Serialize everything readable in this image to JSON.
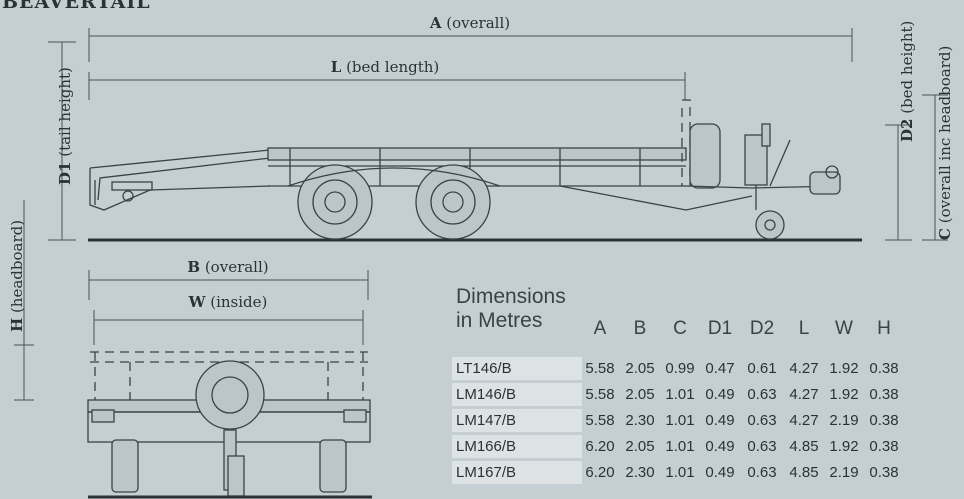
{
  "brand": "BEAVERTAIL",
  "labels": {
    "a_key": "A",
    "a_text": " (overall)",
    "l_key": "L",
    "l_text": " (bed length)",
    "d1_key": "D1",
    "d1_text": " (tail height)",
    "d2_key": "D2",
    "d2_text": " (bed height)",
    "c_key": "C",
    "c_text": " (overall inc headboard)",
    "h_key": "H",
    "h_text": " (headboard)",
    "b_key": "B",
    "b_text": " (overall)",
    "w_key": "W",
    "w_text": " (inside)"
  },
  "table": {
    "title_line1": "Dimensions",
    "title_line2": "in Metres",
    "columns": [
      "A",
      "B",
      "C",
      "D1",
      "D2",
      "L",
      "W",
      "H"
    ],
    "rows": [
      {
        "model": "LT146/B",
        "values": [
          "5.58",
          "2.05",
          "0.99",
          "0.47",
          "0.61",
          "4.27",
          "1.92",
          "0.38"
        ]
      },
      {
        "model": "LM146/B",
        "values": [
          "5.58",
          "2.05",
          "1.01",
          "0.49",
          "0.63",
          "4.27",
          "1.92",
          "0.38"
        ]
      },
      {
        "model": "LM147/B",
        "values": [
          "5.58",
          "2.30",
          "1.01",
          "0.49",
          "0.63",
          "4.27",
          "2.19",
          "0.38"
        ]
      },
      {
        "model": "LM166/B",
        "values": [
          "6.20",
          "2.05",
          "1.01",
          "0.49",
          "0.63",
          "4.85",
          "1.92",
          "0.38"
        ]
      },
      {
        "model": "LM167/B",
        "values": [
          "6.20",
          "2.30",
          "1.01",
          "0.49",
          "0.63",
          "4.85",
          "2.19",
          "0.38"
        ]
      }
    ]
  }
}
